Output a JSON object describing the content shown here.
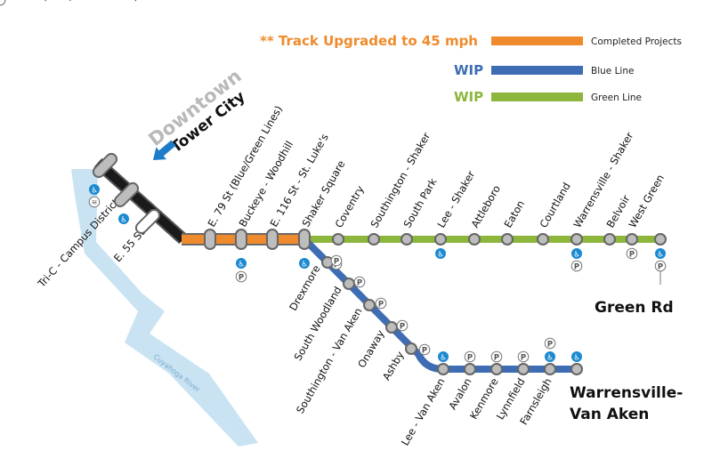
{
  "legend": {
    "upgrade_title": "** Track Upgraded to 45 mph",
    "upgrade_label": "Completed Projects",
    "blue_title": "WIP",
    "blue_label": "Blue Line",
    "green_title": "WIP",
    "green_label": "Green Line"
  },
  "downtown": {
    "line1": "Downtown",
    "line2": "Tower City"
  },
  "river": {
    "label": "Cuyahoga River"
  },
  "colors": {
    "orange": "#ef8b2c",
    "blue": "#3f6db3",
    "green": "#8db63c",
    "black": "#1a1a1a",
    "river": "#c9e3f3",
    "accessible": "#1c8ad0",
    "arrow": "#1c7cc7",
    "station_fill": "#bdbdbd",
    "station_stroke": "#666666"
  },
  "stations": {
    "trunk": [
      {
        "name": "Tri-C - Campus District",
        "icons": [
          "accessible",
          "wifi"
        ]
      },
      {
        "name": "E. 55 St",
        "icons": [
          "accessible",
          "parking",
          "wifi"
        ]
      },
      {
        "name": "E. 79 St (Blue/Green Lines)",
        "icons": []
      },
      {
        "name": "Buckeye - Woodhill",
        "icons": [
          "accessible",
          "parking"
        ]
      },
      {
        "name": "E. 116 St - St. Luke's",
        "icons": []
      },
      {
        "name": "Shaker Square",
        "icons": [
          "accessible"
        ]
      }
    ],
    "green": [
      {
        "name": "Coventry",
        "icons": [
          "parking"
        ]
      },
      {
        "name": "Southington - Shaker",
        "icons": []
      },
      {
        "name": "South Park",
        "icons": []
      },
      {
        "name": "Lee - Shaker",
        "icons": [
          "accessible"
        ]
      },
      {
        "name": "Attleboro",
        "icons": []
      },
      {
        "name": "Eaton",
        "icons": []
      },
      {
        "name": "Courtland",
        "icons": []
      },
      {
        "name": "Warrensville - Shaker",
        "icons": [
          "accessible",
          "parking"
        ]
      },
      {
        "name": "Belvoir",
        "icons": []
      },
      {
        "name": "West Green",
        "icons": [
          "parking"
        ]
      },
      {
        "name": "",
        "icons": [
          "accessible",
          "parking"
        ]
      }
    ],
    "blue": [
      {
        "name": "Drexmore",
        "icons": [
          "parking"
        ]
      },
      {
        "name": "South Woodland",
        "icons": [
          "parking"
        ]
      },
      {
        "name": "Southington - Van Aken",
        "icons": [
          "parking"
        ]
      },
      {
        "name": "Onaway",
        "icons": [
          "parking"
        ]
      },
      {
        "name": "Ashby",
        "icons": [
          "parking"
        ]
      },
      {
        "name": "Lee - Van Aken",
        "icons": [
          "accessible"
        ]
      },
      {
        "name": "Avalon",
        "icons": [
          "parking"
        ]
      },
      {
        "name": "Kenmore",
        "icons": [
          "parking"
        ]
      },
      {
        "name": "Lynnfield",
        "icons": [
          "parking"
        ]
      },
      {
        "name": "Farnsleigh",
        "icons": [
          "parking",
          "accessible"
        ]
      },
      {
        "name": "",
        "icons": [
          "accessible"
        ]
      }
    ]
  },
  "terminals": {
    "green": "Green Rd",
    "blue_line1": "Warrensville-",
    "blue_line2": "Van Aken"
  },
  "icon_glyphs": {
    "accessible": "♿",
    "parking": "P",
    "wifi": "≋"
  }
}
